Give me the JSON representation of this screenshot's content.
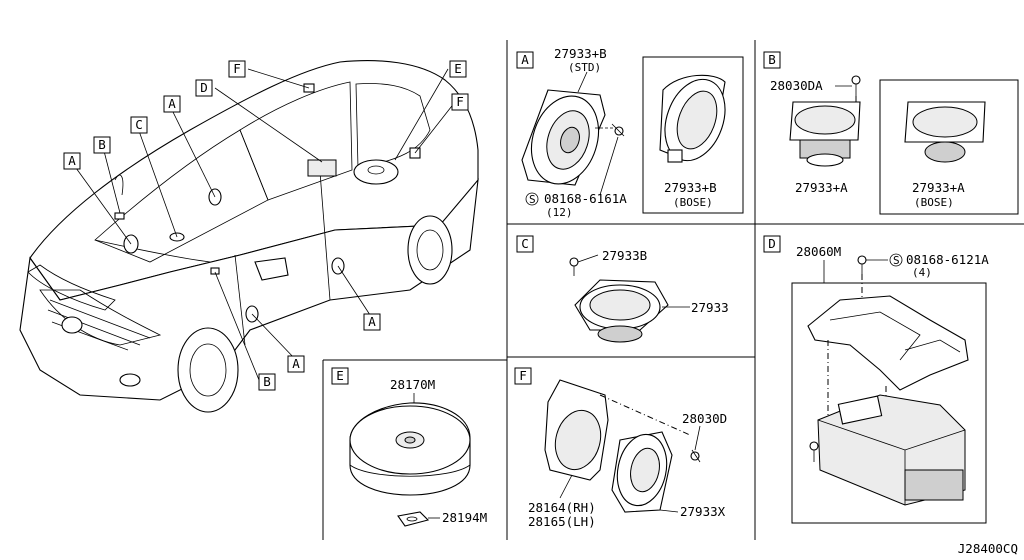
{
  "callouts": {
    "A": "A",
    "B": "B",
    "C": "C",
    "D": "D",
    "E": "E",
    "F": "F"
  },
  "panels": {
    "A": {
      "title": "A",
      "std_part": "27933+B",
      "std_note": "(STD)",
      "screw_symbol": "S",
      "screw_part": "08168-6161A",
      "screw_qty": "(12)",
      "bose_part": "27933+B",
      "bose_note": "(BOSE)"
    },
    "B": {
      "title": "B",
      "screw_part": "28030DA",
      "std_part": "27933+A",
      "bose_part": "27933+A",
      "bose_note": "(BOSE)"
    },
    "C": {
      "title": "C",
      "screw_part": "27933B",
      "speaker_part": "27933"
    },
    "D": {
      "title": "D",
      "amp_part": "28060M",
      "screw_symbol": "S",
      "screw_part": "08168-6121A",
      "screw_qty": "(4)"
    },
    "E": {
      "title": "E",
      "sub_part": "28170M",
      "cap_part": "28194M"
    },
    "F": {
      "title": "F",
      "screw_part": "28030D",
      "bracket_rh": "28164(RH)",
      "bracket_lh": "28165(LH)",
      "speaker_part": "27933X"
    }
  },
  "diagram_code": "J28400CQ"
}
